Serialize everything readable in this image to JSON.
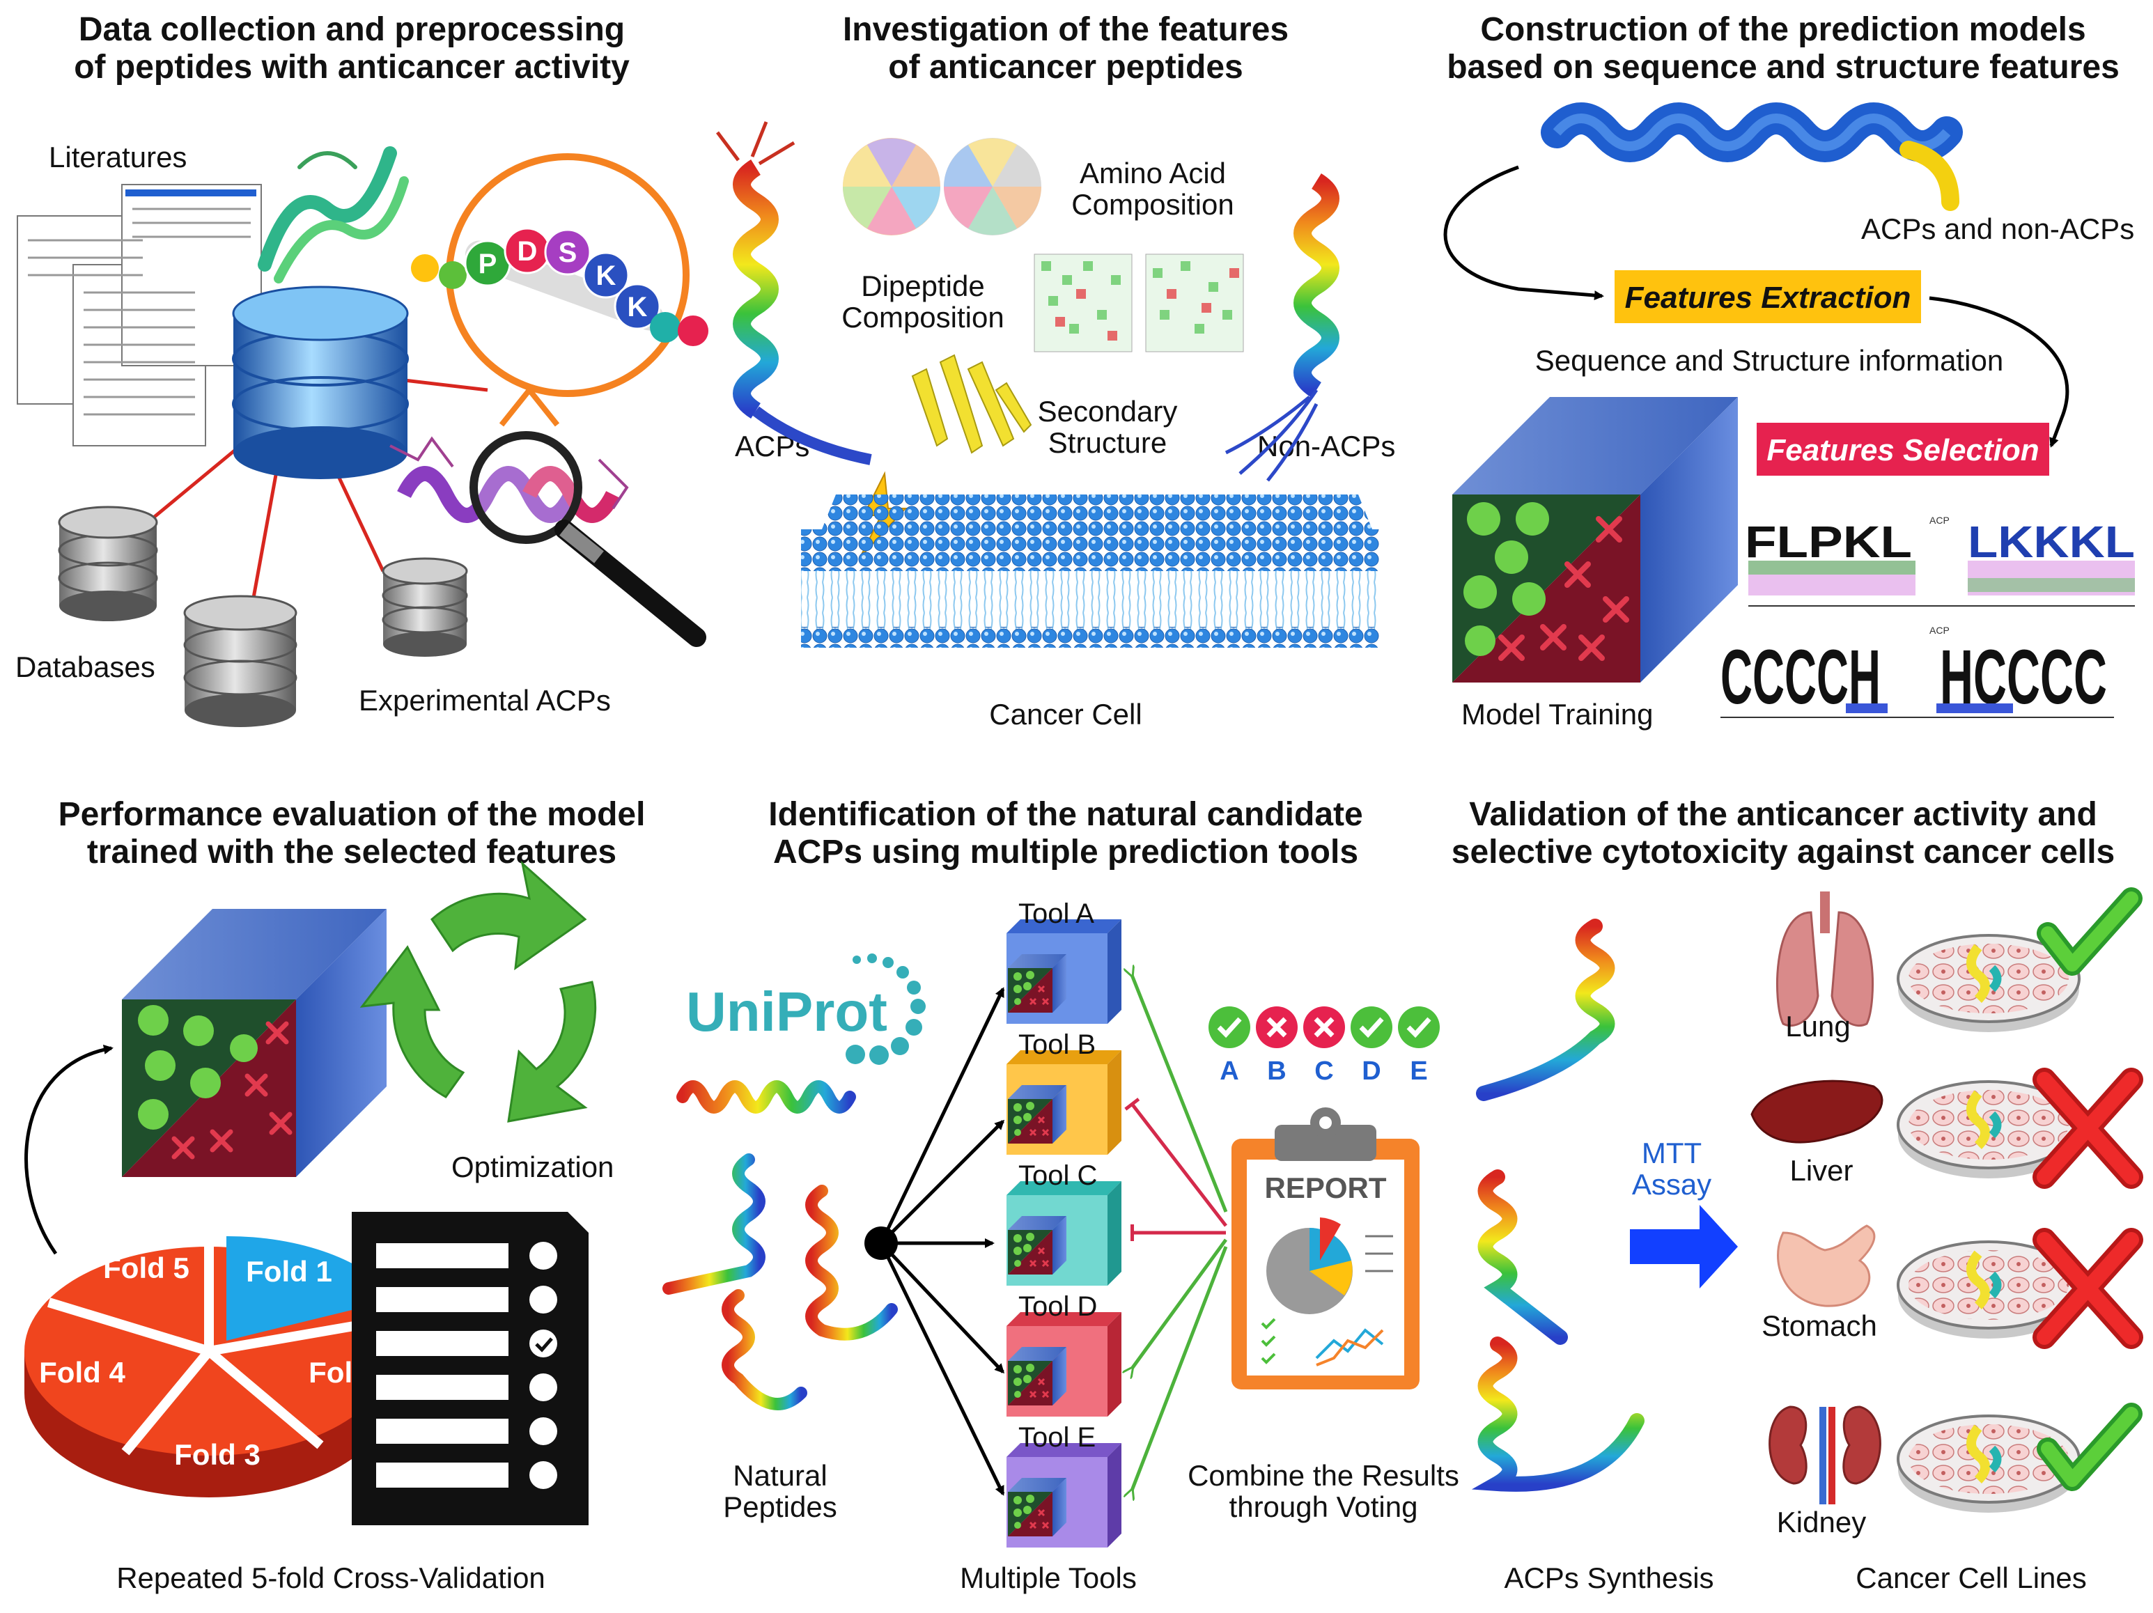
{
  "panels": {
    "p1": {
      "title_1": "Data collection and preprocessing",
      "title_2": "of peptides with anticancer activity",
      "literatures": "Literatures",
      "databases": "Databases",
      "experimental": "Experimental ACPs",
      "beads": [
        "P",
        "D",
        "S",
        "K",
        "K"
      ]
    },
    "p2": {
      "title_1": "Investigation of the features",
      "title_2": "of anticancer peptides",
      "aac_1": "Amino Acid",
      "aac_2": "Composition",
      "dpc_1": "Dipeptide",
      "dpc_2": "Composition",
      "ss_1": "Secondary",
      "ss_2": "Structure",
      "acps": "ACPs",
      "non_acps": "Non-ACPs",
      "cell": "Cancer Cell"
    },
    "p3": {
      "title_1": "Construction of the prediction models",
      "title_2": "based on sequence and structure features",
      "acp_non": "ACPs and non-ACPs",
      "extraction": "Features Extraction",
      "seqstruct": "Sequence and Structure information",
      "selection": "Features Selection",
      "training": "Model Training",
      "logo_title": "ACP",
      "logo_top_left": "FLPKL",
      "logo_top_right": "LKKKL",
      "logo_bot_left": "CCCCH",
      "logo_bot_right": "HCCCC"
    },
    "p4": {
      "title_1": "Performance evaluation of the model",
      "title_2": "trained with the selected features",
      "optimization": "Optimization",
      "folds": [
        "Fold 1",
        "Fold 2",
        "Fold 3",
        "Fold 4",
        "Fold 5"
      ],
      "caption": "Repeated 5-fold Cross-Validation"
    },
    "p5": {
      "title_1": "Identification of the natural candidate",
      "title_2": "ACPs using multiple prediction tools",
      "uniprot": "UniProt",
      "tools": [
        "Tool A",
        "Tool B",
        "Tool C",
        "Tool D",
        "Tool E"
      ],
      "vote_letters": [
        "A",
        "B",
        "C",
        "D",
        "E"
      ],
      "report": "REPORT",
      "natural_1": "Natural",
      "natural_2": "Peptides",
      "combine_1": "Combine the Results",
      "combine_2": "through Voting",
      "caption": "Multiple Tools"
    },
    "p6": {
      "title_1": "Validation of the anticancer activity and",
      "title_2": "selective cytotoxicity against cancer cells",
      "mtt_1": "MTT",
      "mtt_2": "Assay",
      "organs": [
        "Lung",
        "Liver",
        "Stomach",
        "Kidney"
      ],
      "synthesis": "ACPs Synthesis",
      "cell_lines": "Cancer Cell Lines"
    }
  },
  "colors": {
    "green": "#52b833",
    "red": "#e8322a",
    "blue": "#1f5fd0",
    "yellow": "#ffc20e",
    "pink": "#e6224f"
  }
}
